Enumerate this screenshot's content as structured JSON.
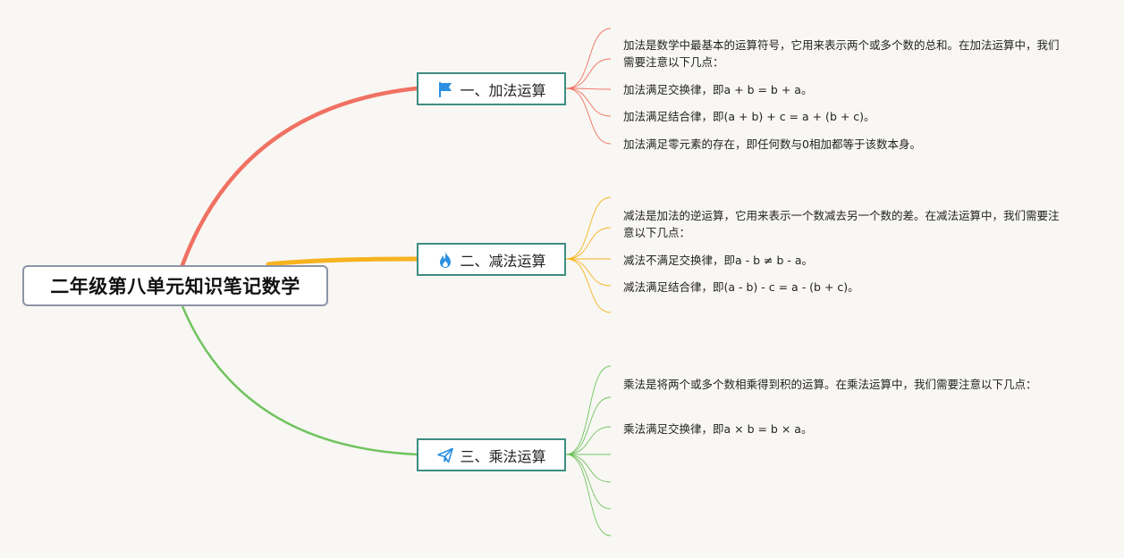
{
  "root": {
    "title": "二年级第八单元知识笔记数学"
  },
  "branches": [
    {
      "label": "一、加法运算",
      "icon": "flag-icon",
      "color": "#f07162",
      "notes": [
        "加法是数学中最基本的运算符号，它用来表示两个或多个数的总和。在加法运算中，我们需要注意以下几点：",
        "加法满足交换律，即a + b = b + a。",
        "加法满足结合律，即(a + b) + c = a + (b + c)。",
        "加法满足零元素的存在，即任何数与0相加都等于该数本身。"
      ]
    },
    {
      "label": "二、减法运算",
      "icon": "fire-icon",
      "color": "#f7b21f",
      "notes": [
        "减法是加法的逆运算，它用来表示一个数减去另一个数的差。在减法运算中，我们需要注意以下几点：",
        "减法不满足交换律，即a - b ≠ b - a。",
        "减法满足结合律，即(a - b) - c = a - (b + c)。"
      ]
    },
    {
      "label": "三、乘法运算",
      "icon": "paper-plane-icon",
      "color": "#71c35f",
      "notes": [
        "乘法是将两个或多个数相乘得到积的运算。在乘法运算中，我们需要注意以下几点：",
        "乘法满足交换律，即a × b = b × a。"
      ]
    }
  ],
  "colors": {
    "background": "#f8f7f3",
    "branch_border": "#3e8d82",
    "root_border": "#8c94a6",
    "icon_blue": "#2a8fe0"
  }
}
